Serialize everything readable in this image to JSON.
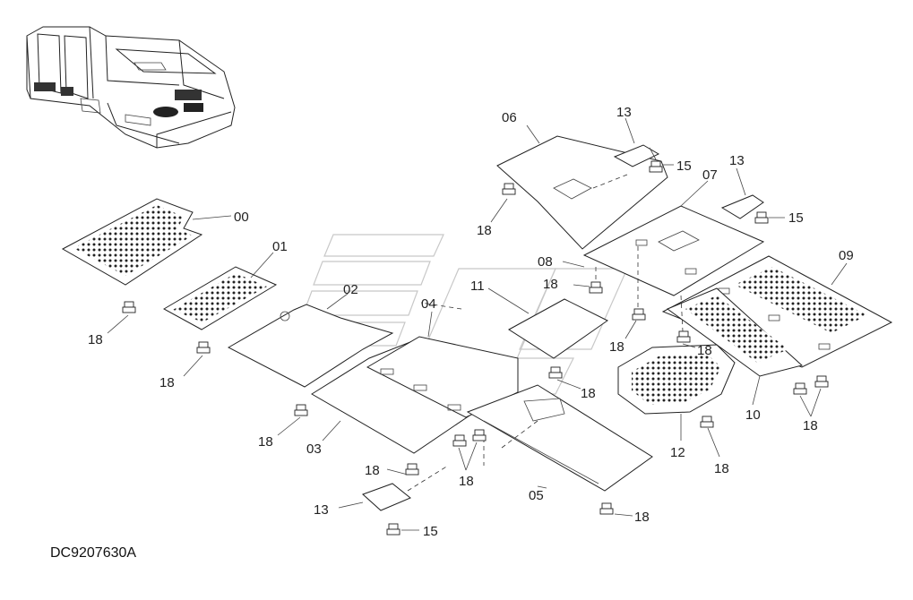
{
  "diagram_code": "DC9207630A",
  "callouts": {
    "p00": "00",
    "p01": "01",
    "p02": "02",
    "p03": "03",
    "p04": "04",
    "p05": "05",
    "p06": "06",
    "p07": "07",
    "p08": "08",
    "p09": "09",
    "p10": "10",
    "p11": "11",
    "p12": "12",
    "p13": "13",
    "p15": "15",
    "p18": "18"
  }
}
